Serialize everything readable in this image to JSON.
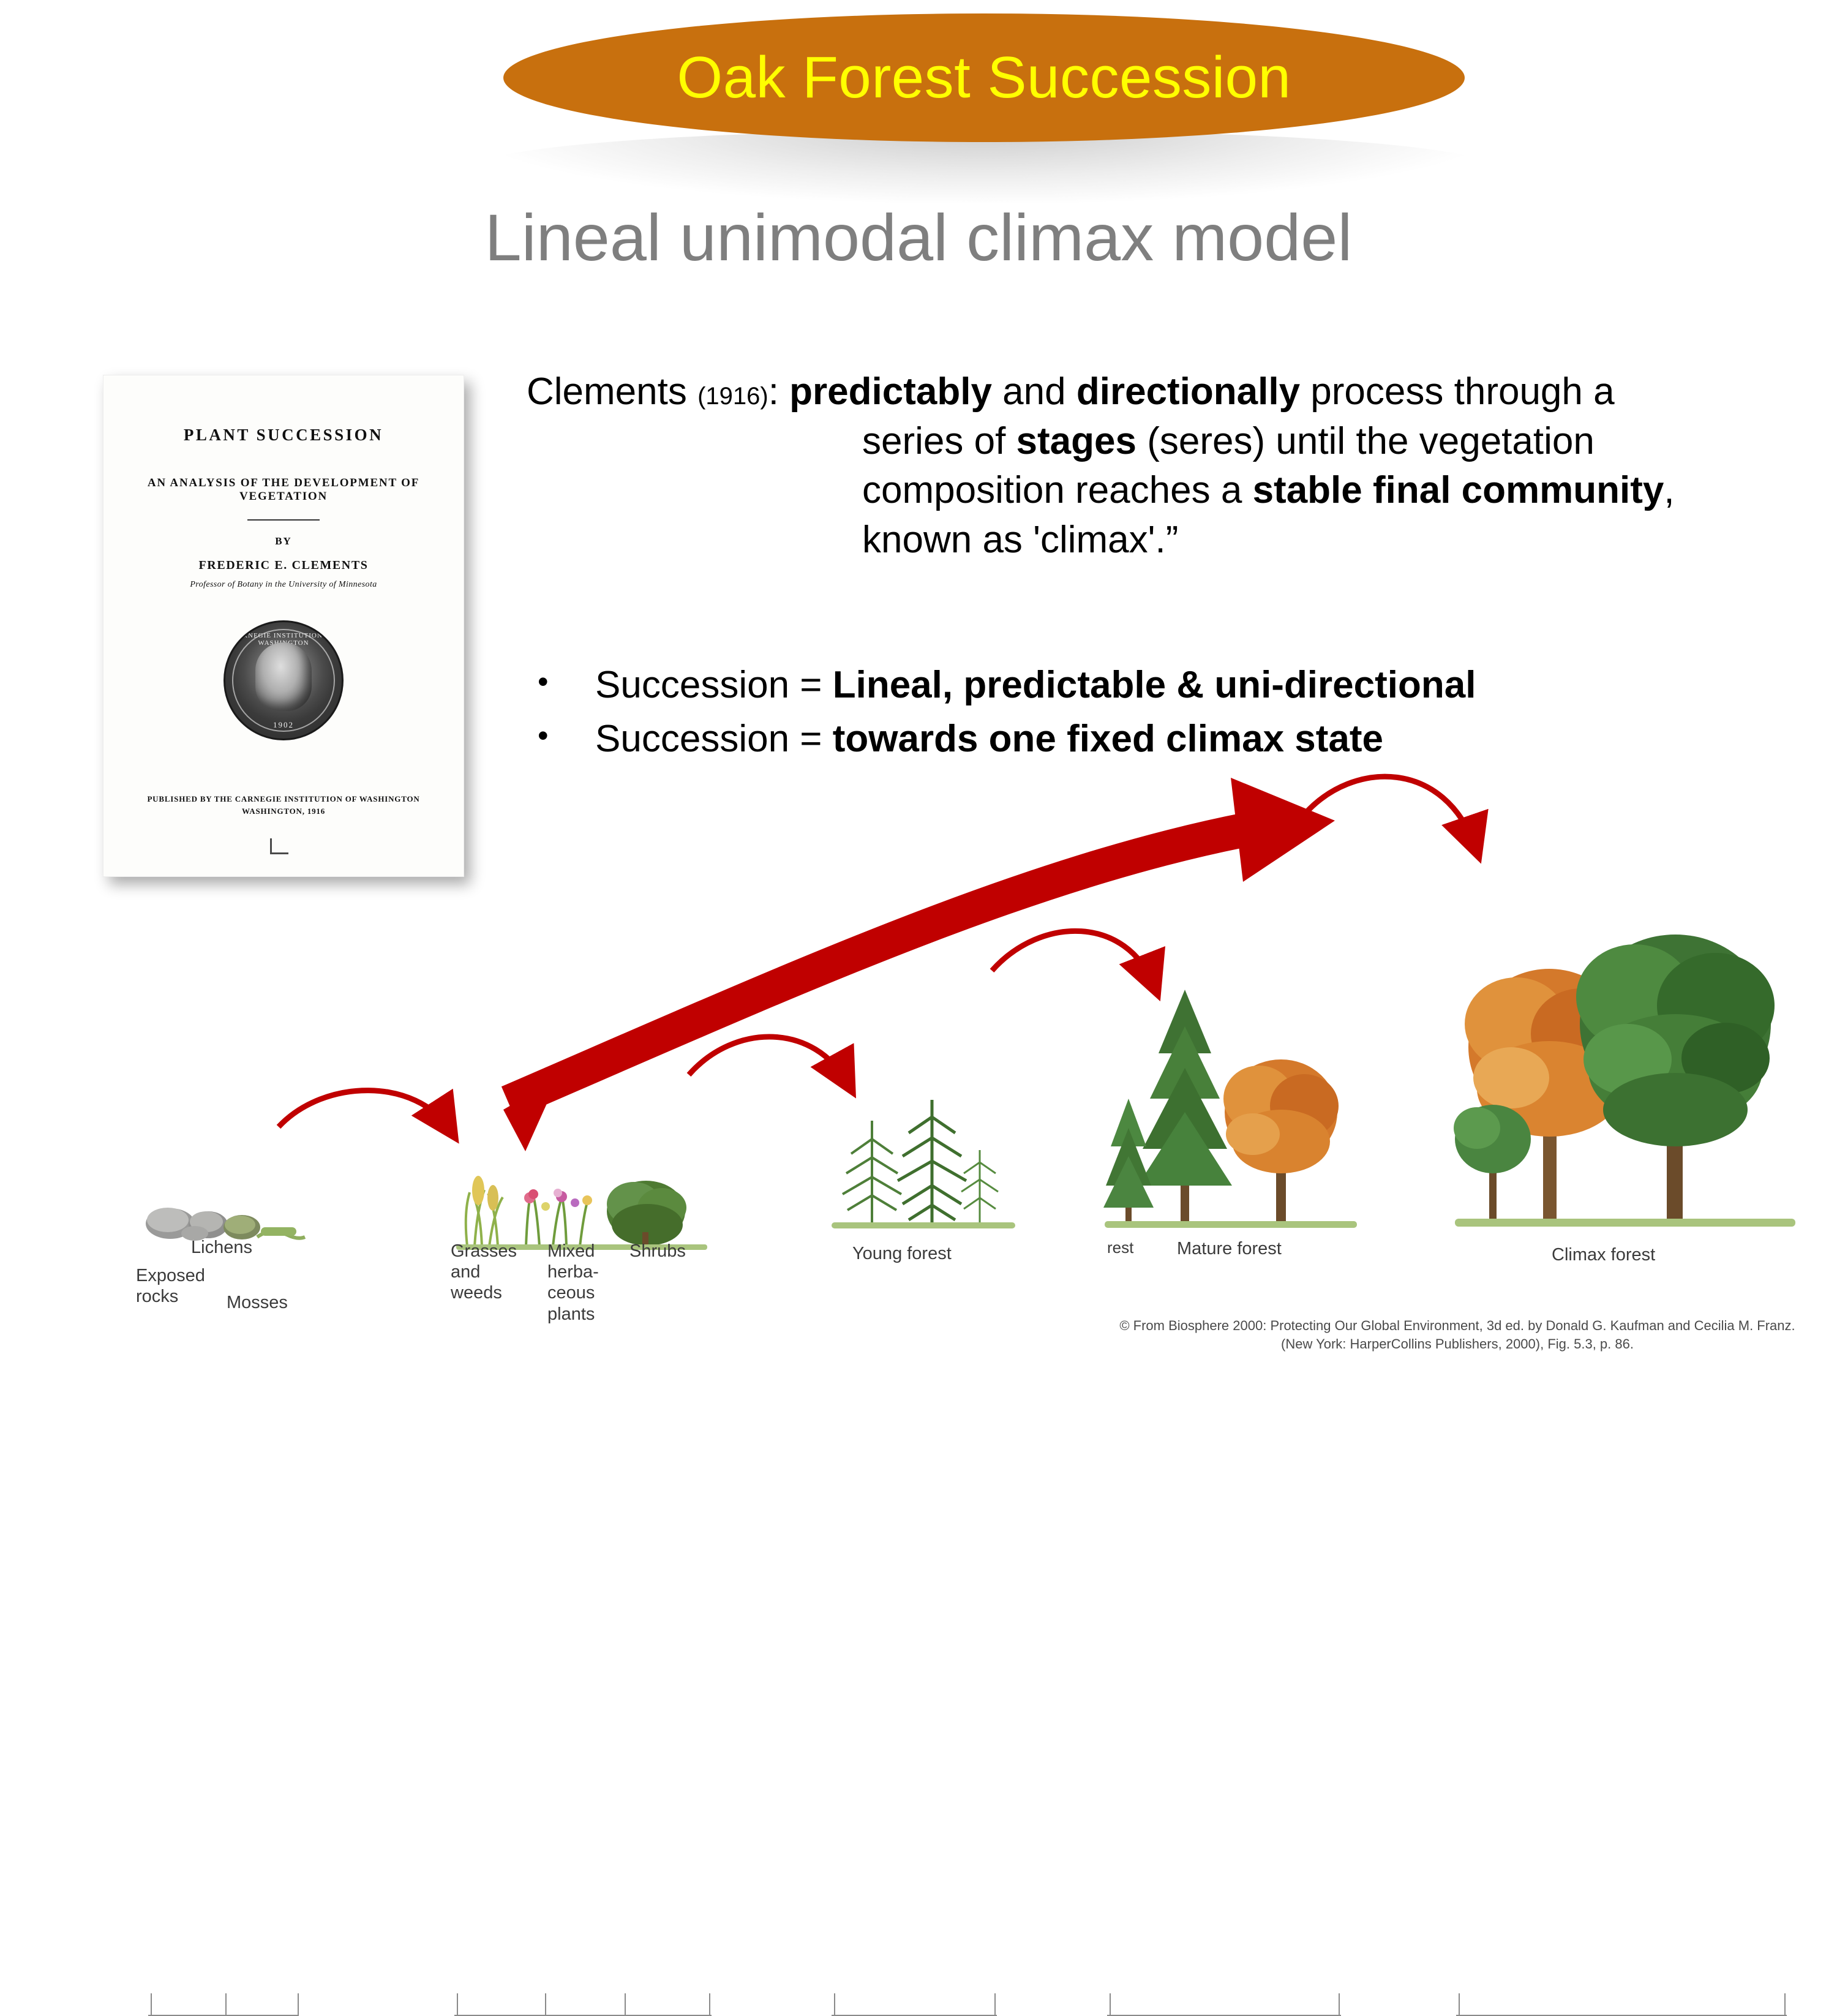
{
  "slide": {
    "banner_title": "Oak Forest Succession",
    "banner_color": "#C8700E",
    "banner_text_color": "#FFFF00",
    "heading": "Lineal unimodal climax model",
    "heading_color": "#7F7F7F"
  },
  "book": {
    "title": "PLANT SUCCESSION",
    "subtitle": "AN ANALYSIS OF THE DEVELOPMENT OF VEGETATION",
    "by": "BY",
    "author": "FREDERIC E. CLEMENTS",
    "affiliation": "Professor of Botany in the University of Minnesota",
    "seal_top": "CARNEGIE INSTITUTION OF WASHINGTON",
    "seal_bottom": "1902",
    "publisher_line1": "PUBLISHED BY THE CARNEGIE INSTITUTION OF WASHINGTON",
    "publisher_line2": "WASHINGTON, 1916"
  },
  "body": {
    "line1_a": "Clements ",
    "line1_year": "(1916)",
    "line1_b": ": ",
    "line1_bold1": "predictably",
    "line1_c": " and ",
    "line1_bold2": "directionally",
    "line1_d": " process through a",
    "line2_a": "series of ",
    "line2_bold": "stages",
    "line2_b": " (seres) until the vegetation",
    "line3_a": "composition reaches a ",
    "line3_bold": "stable final community",
    "line3_b": ",",
    "line4": "known as 'climax'.”"
  },
  "bullets": [
    {
      "marker": "•",
      "plain": "Succession = ",
      "bold": "Lineal, predictable & uni-directional"
    },
    {
      "marker": "•",
      "plain": "Succession = ",
      "bold": "towards one fixed climax state"
    }
  ],
  "succession_diagram": {
    "stages": [
      {
        "id": "exposed-rocks",
        "label": "Exposed\nrocks"
      },
      {
        "id": "lichens",
        "label": "Lichens"
      },
      {
        "id": "mosses",
        "label": "Mosses"
      },
      {
        "id": "grasses-weeds",
        "label": "Grasses\nand\nweeds"
      },
      {
        "id": "mixed-herbaceous",
        "label": "Mixed\nherba-\nceous\nplants"
      },
      {
        "id": "shrubs",
        "label": "Shrubs"
      },
      {
        "id": "young-forest",
        "label": "Young forest"
      },
      {
        "id": "mature-forest-partial",
        "label": "rest"
      },
      {
        "id": "mature-forest",
        "label": "Mature forest"
      },
      {
        "id": "climax-forest",
        "label": "Climax forest"
      }
    ],
    "labels": {
      "exposed_rocks": "Exposed\nrocks",
      "lichens": "Lichens",
      "mosses": "Mosses",
      "grasses": "Grasses\nand\nweeds",
      "mixed": "Mixed\nherba-\nceous\nplants",
      "shrubs": "Shrubs",
      "young_forest": "Young forest",
      "mature_cut": "rest",
      "mature_forest": "Mature forest",
      "climax_forest": "Climax forest"
    },
    "big_arrow_color": "#C00000",
    "small_arrow_color": "#C00000"
  },
  "caption": {
    "line1": "© From Biosphere 2000: Protecting Our Global Environment, 3d ed. by Donald G. Kaufman and Cecilia M. Franz.",
    "line2": "(New York: HarperCollins Publishers, 2000), Fig. 5.3, p. 86."
  }
}
